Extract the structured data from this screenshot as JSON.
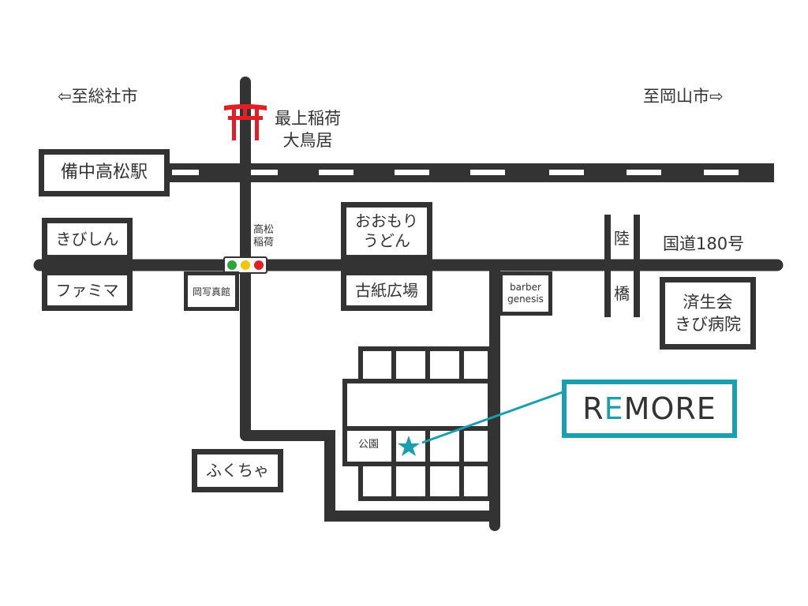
{
  "colors": {
    "road": "#333333",
    "accent": "#1a9fae",
    "torii": "#e21f26",
    "signal_green": "#2aa639",
    "signal_yellow": "#f2c500",
    "signal_red": "#e21f26"
  },
  "directions": {
    "west": "⇦至総社市",
    "east": "至岡山市⇨"
  },
  "shrine": {
    "icon": "torii-icon",
    "line1": "最上稲荷",
    "line2": "大鳥居"
  },
  "station": "備中高松駅",
  "route": "国道180号",
  "intersection": {
    "line1": "高松",
    "line2": "稲荷",
    "icon": "traffic-light-icon"
  },
  "bridge": {
    "char1": "陸",
    "char2": "橋"
  },
  "landmarks": {
    "kibishin": "きびしん",
    "famima": "ファミマ",
    "photo_studio": "岡写真館",
    "udon_line1": "おおもり",
    "udon_line2": "うどん",
    "paper": "古紙広場",
    "barber_line1": "barber",
    "barber_line2": "genesis",
    "hospital_line1": "済生会",
    "hospital_line2": "きび病院",
    "fukucha": "ふくちゃ",
    "park": "公園"
  },
  "destination": {
    "prefix": "R",
    "accent_letter": "E",
    "suffix": "MORE",
    "icon": "star-icon"
  }
}
